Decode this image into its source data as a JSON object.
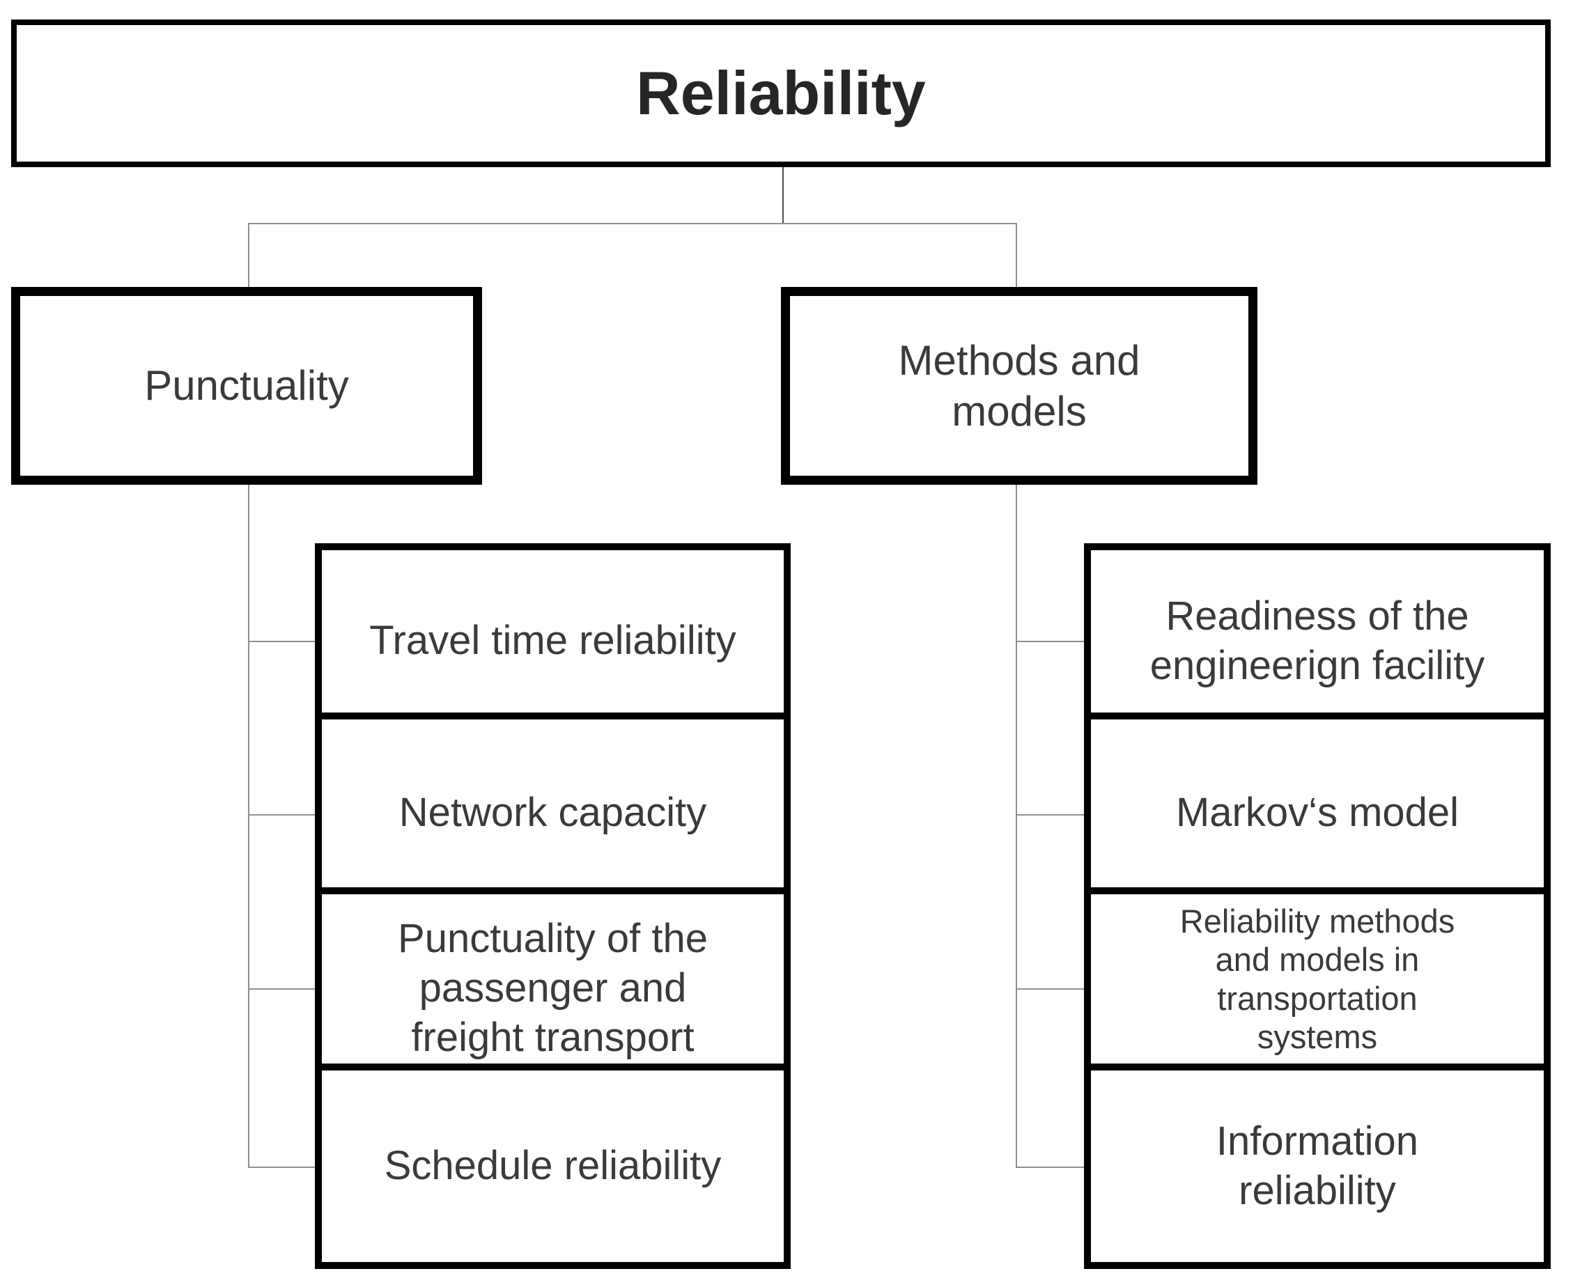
{
  "diagram": {
    "title": "Reliability",
    "branches": [
      {
        "label": "Punctuality",
        "children": [
          "Travel time reliability",
          "Network capacity",
          "Punctuality of the\npassenger and\nfreight transport",
          "Schedule reliability"
        ]
      },
      {
        "label": "Methods and\nmodels",
        "children": [
          "Readiness of the\nengineerign facility",
          "Markov‘s model",
          "Reliability methods\nand models in\ntransportation\nsystems",
          "Information\nreliability"
        ]
      }
    ]
  },
  "colors": {
    "background": "#ffffff",
    "box_border": "#000000",
    "text": "#3a3a3a",
    "title_text": "#262626",
    "connector": "#8f8f8f"
  }
}
